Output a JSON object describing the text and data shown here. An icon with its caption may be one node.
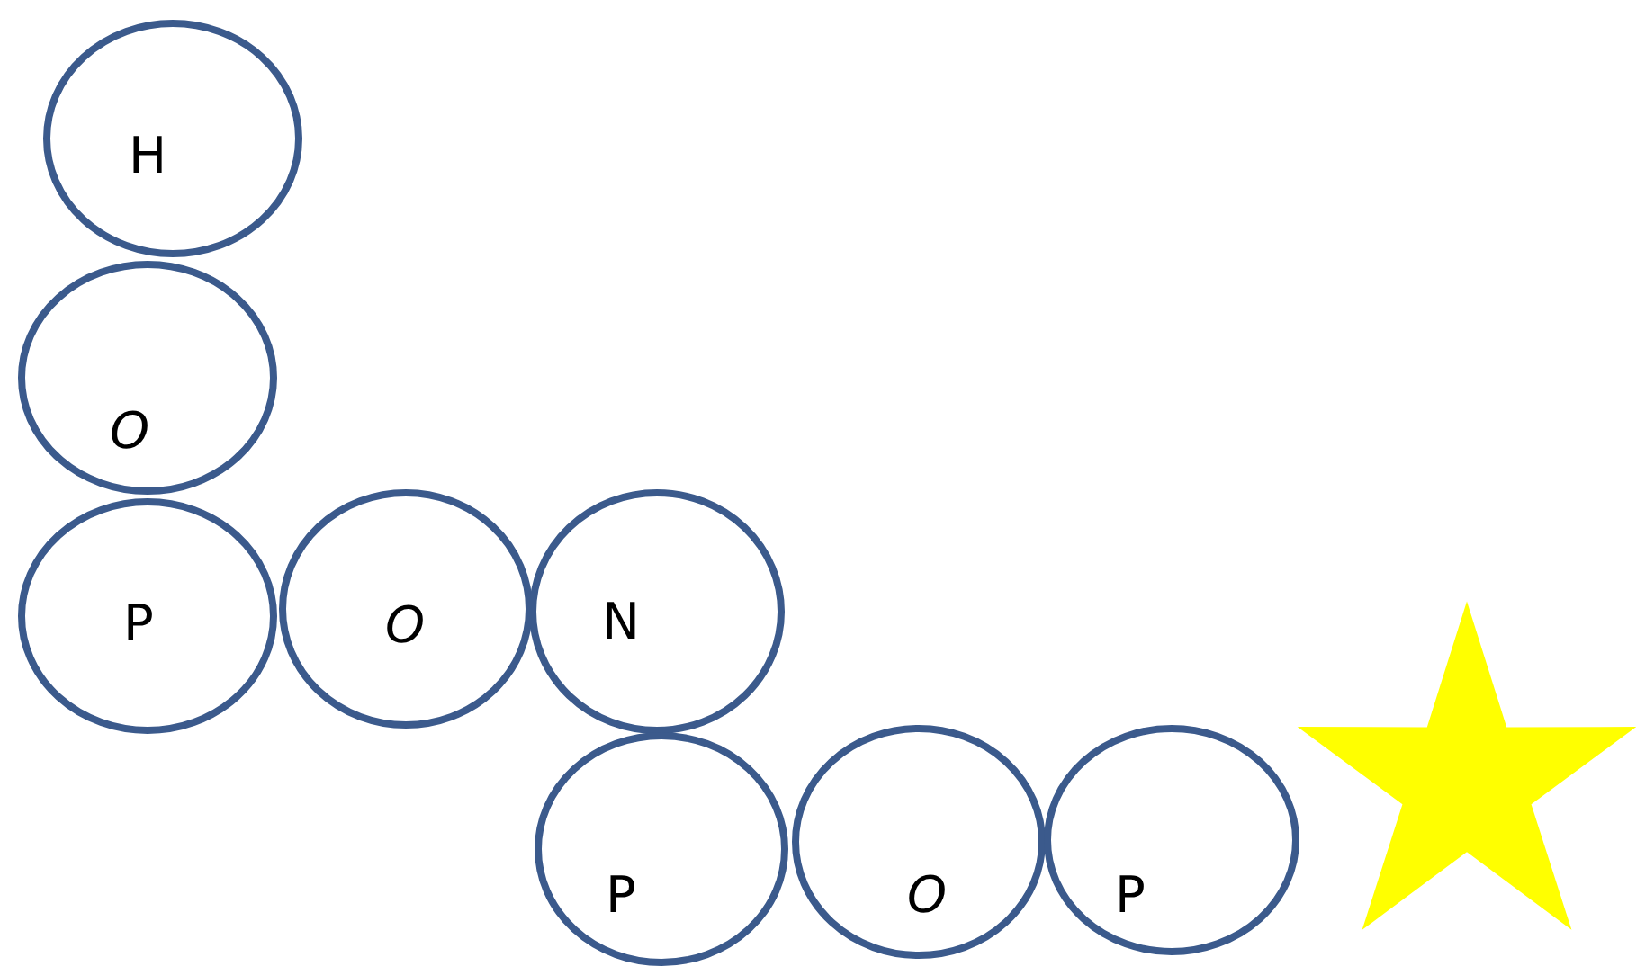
{
  "diagram": {
    "nodes": [
      {
        "text": [
          "H"
        ]
      },
      {
        "text": [
          "O"
        ]
      },
      {
        "text": [
          "P"
        ]
      },
      {
        "text": [
          "O"
        ]
      },
      {
        "text": [
          "N"
        ]
      },
      {
        "text": [
          "P"
        ]
      },
      {
        "text": [
          "O"
        ]
      },
      {
        "text": [
          "P"
        ]
      },
      {
        "text": [],
        "shape": "star"
      }
    ]
  }
}
